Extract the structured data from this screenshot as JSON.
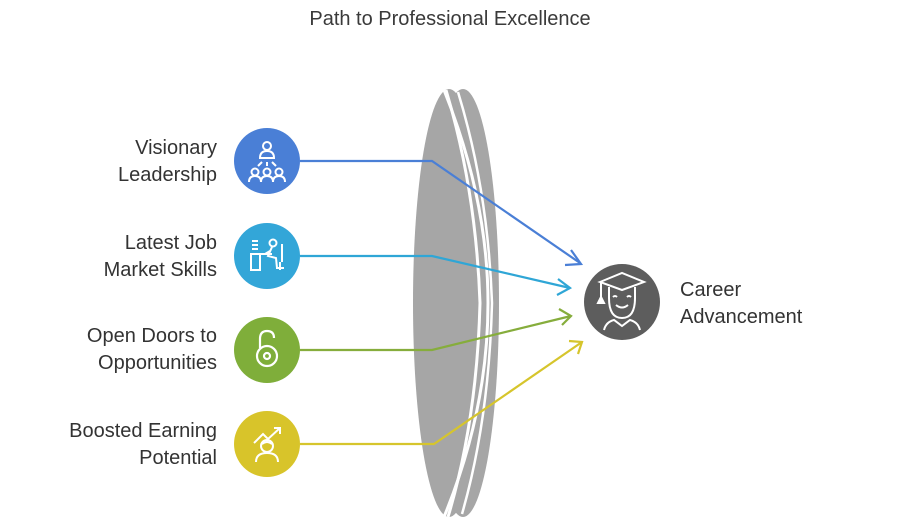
{
  "title": "Path to Professional Excellence",
  "inputs": [
    {
      "line1": "Visionary",
      "line2": "Leadership",
      "icon": "leadership-icon",
      "color": "#4a7fd6",
      "arrow_color": "#4a7fd6"
    },
    {
      "line1": "Latest Job",
      "line2": "Market Skills",
      "icon": "desk-worker-icon",
      "color": "#33a6d8",
      "arrow_color": "#2fa6d6"
    },
    {
      "line1": "Open Doors to",
      "line2": "Opportunities",
      "icon": "unlocked-padlock-icon",
      "color": "#7fae3a",
      "arrow_color": "#86ad3c"
    },
    {
      "line1": "Boosted Earning",
      "line2": "Potential",
      "icon": "growth-person-icon",
      "color": "#d8c42a",
      "arrow_color": "#d6c52c"
    }
  ],
  "output": {
    "line1": "Career",
    "line2": "Advancement",
    "icon": "graduate-icon",
    "color": "#5d5d5d"
  },
  "lens": {
    "color": "#a6a6a6"
  }
}
